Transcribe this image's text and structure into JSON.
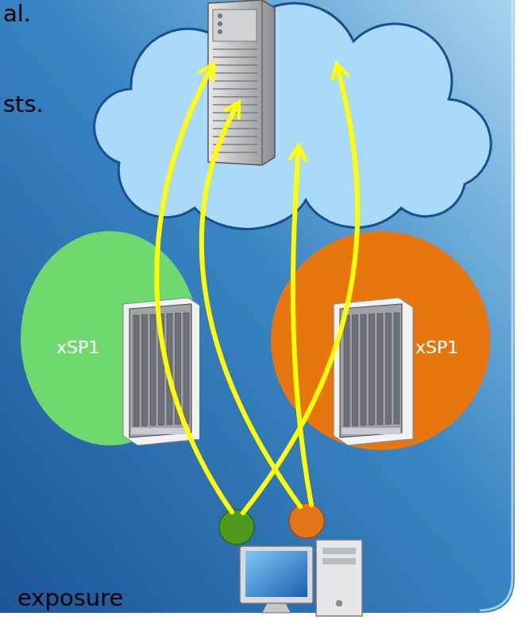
{
  "diagram": {
    "nodes": [
      {
        "text": [
          "xSP1"
        ]
      },
      {
        "text": [
          "xSP1"
        ]
      }
    ],
    "labels": [
      "al.",
      "sts.",
      "exposure"
    ]
  }
}
